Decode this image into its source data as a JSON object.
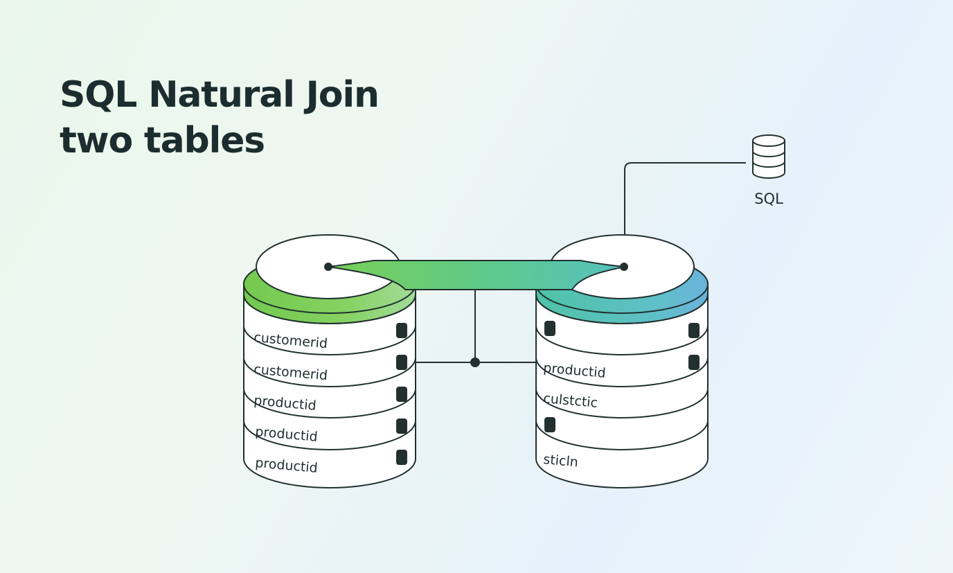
{
  "title": {
    "line1": "SQL Natural Join",
    "line2": "two tables"
  },
  "sql_badge": {
    "label": "SQL",
    "icon": "database-icon"
  },
  "left_table": {
    "top_color": "#7bcf55",
    "rows": [
      {
        "label": "customerid"
      },
      {
        "label": "customerid"
      },
      {
        "label": "productid"
      },
      {
        "label": "productid"
      },
      {
        "label": "productid"
      }
    ]
  },
  "right_table": {
    "top_color": "#4fbfb0",
    "rows": [
      {
        "label": ""
      },
      {
        "label": "productid"
      },
      {
        "label": "culstctic"
      },
      {
        "label": ""
      },
      {
        "label": "sticln"
      }
    ]
  },
  "colors": {
    "stroke": "#22312f",
    "bridge_start": "#78cf5a",
    "bridge_end": "#55c3b8"
  }
}
